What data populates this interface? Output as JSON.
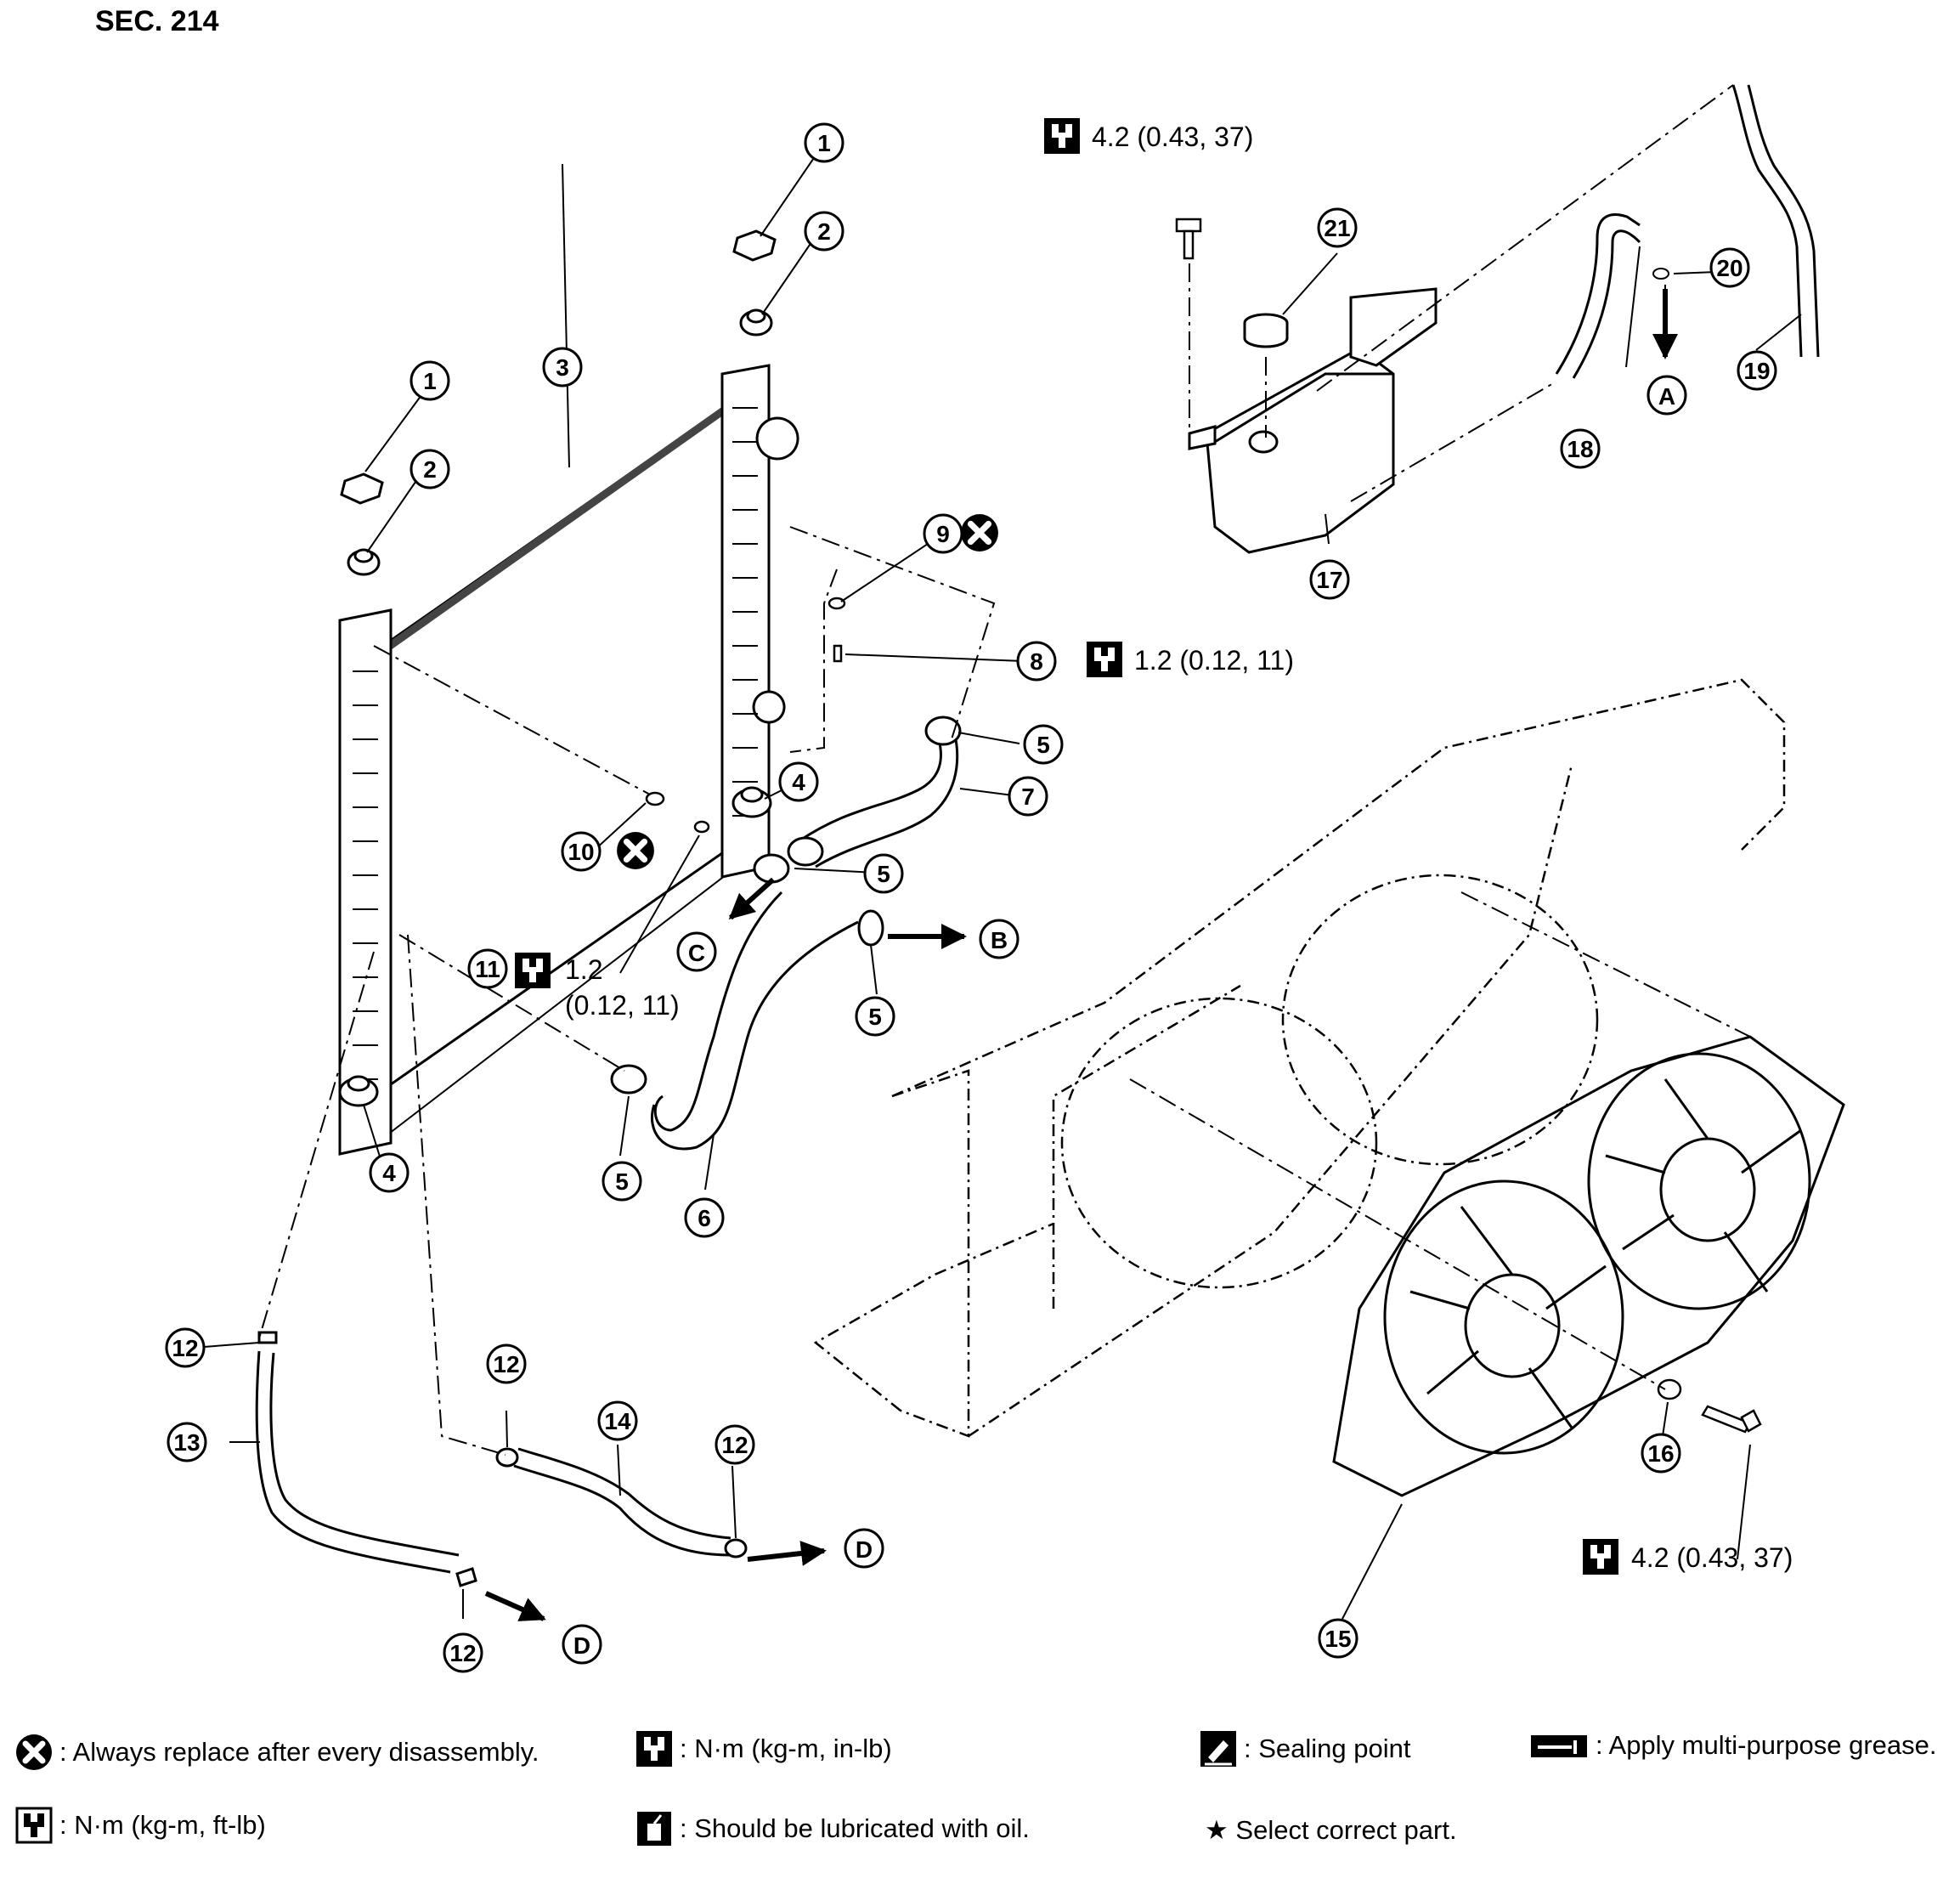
{
  "section": "SEC. 214",
  "torques": {
    "t_reservoir_bolt": "4.2 (0.43, 37)",
    "t_part8": "1.2 (0.12, 11)",
    "t_part11_a": "1.2",
    "t_part11_b": "(0.12, 11)",
    "t_fan_bolt": "4.2 (0.43, 37)"
  },
  "callouts": [
    "1",
    "2",
    "3",
    "4",
    "5",
    "6",
    "7",
    "8",
    "9",
    "10",
    "11",
    "12",
    "13",
    "14",
    "15",
    "16",
    "17",
    "18",
    "19",
    "20",
    "21"
  ],
  "arrow_letters": [
    "A",
    "B",
    "C",
    "D"
  ],
  "legend": {
    "replace": ": Always replace after every disassembly.",
    "nm_inlb": ": N·m (kg-m, in-lb)",
    "sealing": ": Sealing point",
    "grease": ": Apply multi-purpose grease.",
    "nm_ftlb": ": N·m (kg-m, ft-lb)",
    "oil": ": Should be lubricated with oil.",
    "select": "★ Select correct part."
  },
  "icons": [
    "replace-x-icon",
    "torque-wrench-icon",
    "sealing-point-icon",
    "grease-icon",
    "oil-can-icon",
    "star-icon"
  ]
}
